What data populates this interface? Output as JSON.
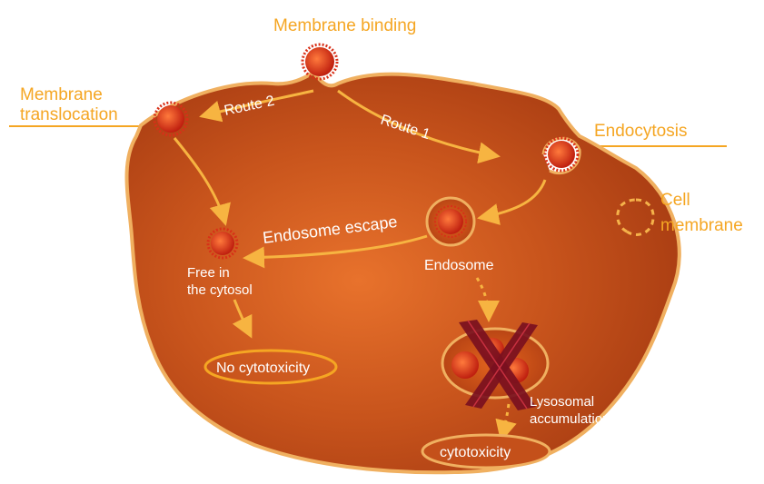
{
  "labels": {
    "membrane_binding": "Membrane binding",
    "membrane_translocation_1": "Membrane",
    "membrane_translocation_2": "translocation",
    "endocytosis": "Endocytosis",
    "cell_membrane_1": "Cell",
    "cell_membrane_2": "membrane",
    "route_1": "Route 1",
    "route_2": "Route 2",
    "endosome_escape": "Endosome escape",
    "endosome": "Endosome",
    "free_in_cytosol_1": "Free in",
    "free_in_cytosol_2": "the cytosol",
    "no_cytotoxicity": "No cytotoxicity",
    "lysosomal_1": "Lysosomal",
    "lysosomal_2": "accumulation",
    "cytotoxicity": "cytotoxicity"
  },
  "colors": {
    "label_orange": "#f5a623",
    "cell_fill": "#c4501a",
    "cell_edge": "#f0b060",
    "particle": "#d83018",
    "cross": "#7a1020"
  },
  "icons": {
    "particle": "spiky-nanoparticle-icon",
    "blocked": "x-cross-icon"
  }
}
